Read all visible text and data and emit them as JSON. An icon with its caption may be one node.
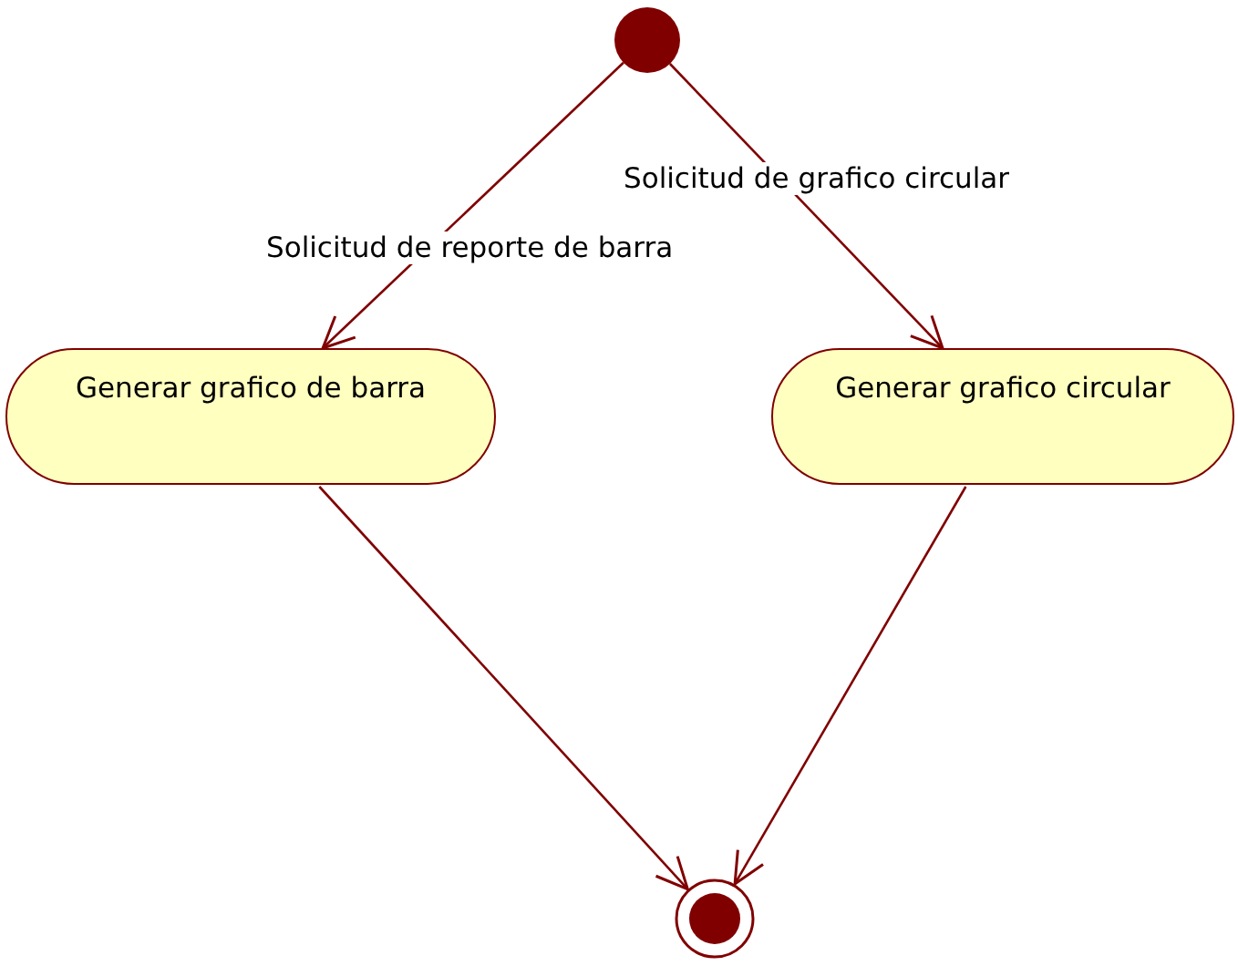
{
  "diagram": {
    "nodes": [
      {
        "text": [],
        "shape": "circle"
      },
      {
        "text": [
          "Generar grafico de barra"
        ]
      },
      {
        "text": [
          "Generar grafico circular"
        ]
      },
      {
        "text": [],
        "shape": "circle"
      }
    ],
    "edges": [
      {
        "from": 0,
        "to": 1,
        "arrow": "to",
        "label": "Solicitud de reporte de barra"
      },
      {
        "from": 0,
        "to": 2,
        "arrow": "to",
        "label": "Solicitud de grafico circular"
      },
      {
        "from": 1,
        "to": 3,
        "arrow": "to"
      },
      {
        "from": 2,
        "to": 3,
        "arrow": "to"
      }
    ]
  }
}
